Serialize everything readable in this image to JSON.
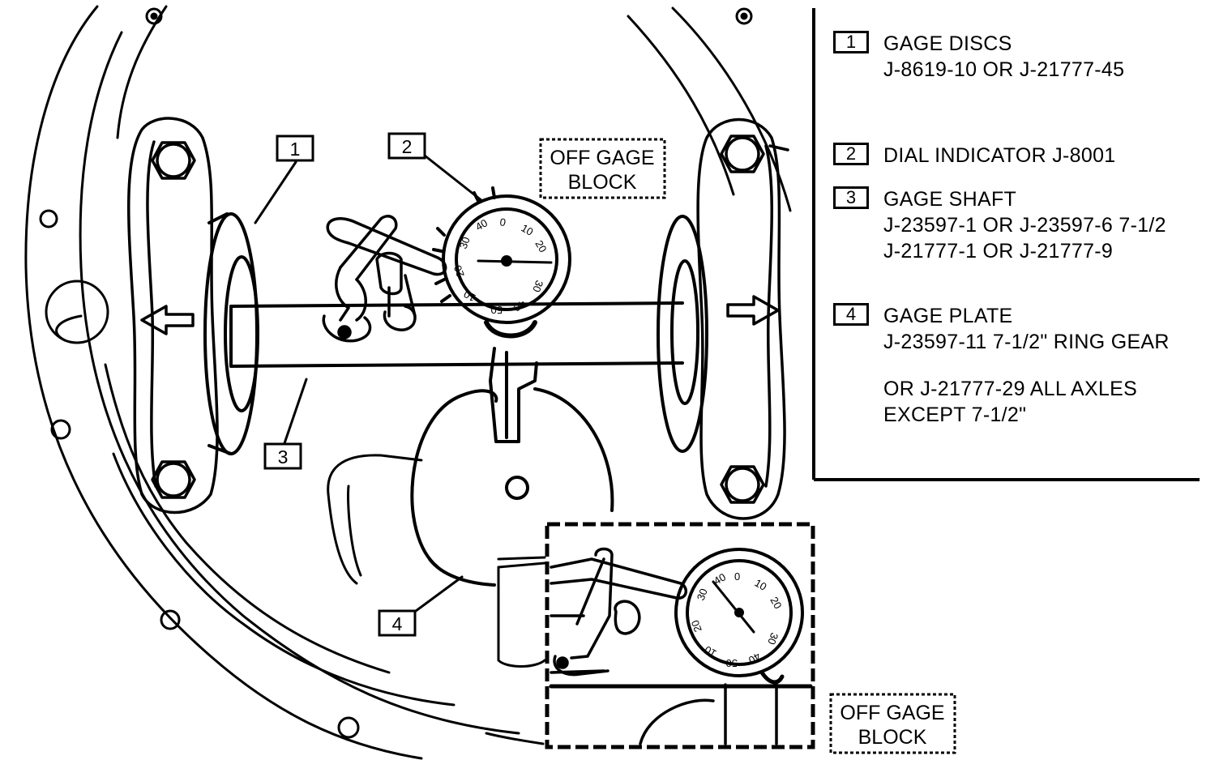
{
  "callouts": {
    "gage_discs": "1",
    "dial_indicator": "2",
    "gage_shaft": "3",
    "gage_plate": "4"
  },
  "off_gage_block": {
    "line1": "OFF GAGE",
    "line2": "BLOCK"
  },
  "legend": [
    {
      "number": "1",
      "title": "GAGE DISCS",
      "lines": [
        "J-8619-10 OR J-21777-45"
      ]
    },
    {
      "number": "2",
      "title": "DIAL INDICATOR J-8001",
      "lines": []
    },
    {
      "number": "3",
      "title": "GAGE SHAFT",
      "lines": [
        "J-23597-1 OR J-23597-6  7-1/2",
        "J-21777-1 OR J-21777-9"
      ]
    },
    {
      "number": "4",
      "title": "GAGE PLATE",
      "lines": [
        "J-23597-11  7-1/2\" RING GEAR",
        "",
        "OR J-21777-29 ALL AXLES",
        "EXCEPT  7-1/2\""
      ]
    }
  ],
  "dial_numbers_main": [
    "0",
    "10",
    "20",
    "30",
    "40",
    "50",
    "10",
    "20",
    "30",
    "40"
  ],
  "dial_numbers_inset": [
    "0",
    "10",
    "20",
    "30",
    "40",
    "50",
    "10",
    "20",
    "30",
    "40"
  ]
}
